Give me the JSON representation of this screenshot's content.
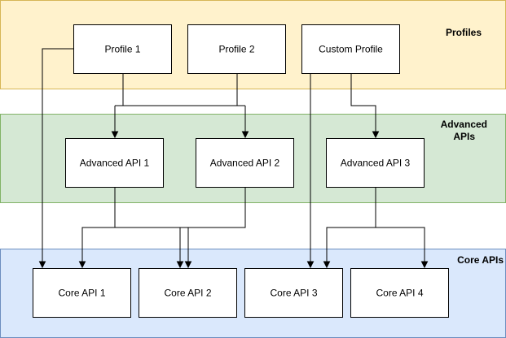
{
  "bands": {
    "profiles": {
      "label": "Profiles",
      "fill": "#fff2cc",
      "stroke": "#d6b656"
    },
    "advanced": {
      "label_line1": "Advanced",
      "label_line2": "APIs",
      "fill": "#d5e8d4",
      "stroke": "#82b366"
    },
    "core": {
      "label": "Core APIs",
      "fill": "#dae8fc",
      "stroke": "#6c8ebf"
    }
  },
  "nodes": {
    "profile_1": "Profile 1",
    "profile_2": "Profile 2",
    "custom_profile": "Custom Profile",
    "advanced_api_1": "Advanced API 1",
    "advanced_api_2": "Advanced API 2",
    "advanced_api_3": "Advanced API 3",
    "core_api_1": "Core API 1",
    "core_api_2": "Core API 2",
    "core_api_3": "Core API 3",
    "core_api_4": "Core API 4"
  },
  "edges": [
    {
      "from": "Profile 1",
      "to": "Advanced API 1"
    },
    {
      "from": "Profile 1",
      "to": "Advanced API 2"
    },
    {
      "from": "Profile 2",
      "to": "Advanced API 1"
    },
    {
      "from": "Profile 2",
      "to": "Advanced API 2"
    },
    {
      "from": "Profile 1",
      "to": "Core API 1"
    },
    {
      "from": "Custom Profile",
      "to": "Advanced API 3"
    },
    {
      "from": "Custom Profile",
      "to": "Core API 3"
    },
    {
      "from": "Advanced API 1",
      "to": "Core API 2"
    },
    {
      "from": "Advanced API 2",
      "to": "Core API 1"
    },
    {
      "from": "Advanced API 2",
      "to": "Core API 2"
    },
    {
      "from": "Advanced API 3",
      "to": "Core API 3"
    },
    {
      "from": "Advanced API 3",
      "to": "Core API 4"
    }
  ]
}
